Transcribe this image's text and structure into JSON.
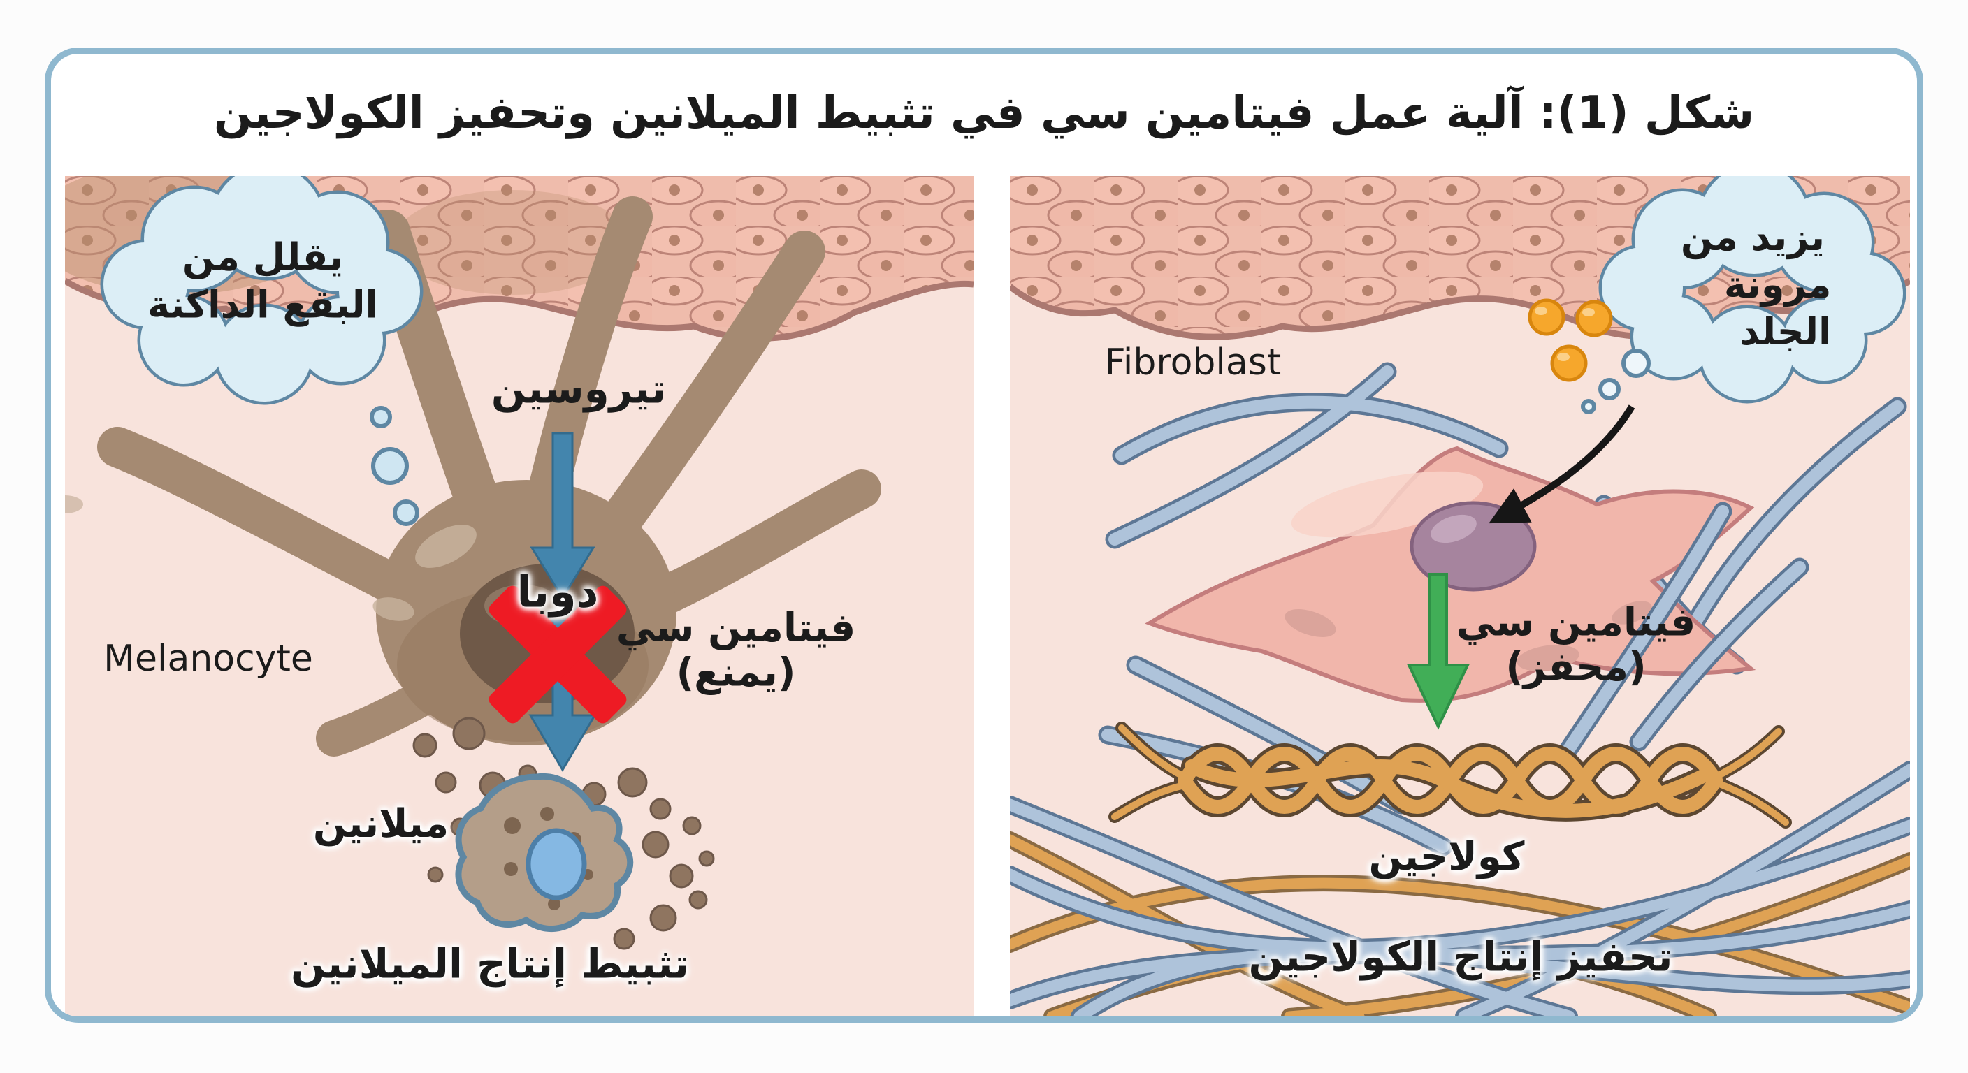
{
  "title": "شكل (1): آلية عمل فيتامين سي في تثبيط الميلانين وتحفيز الكولاجين",
  "left_panel": {
    "cloud_line1": "يقلل من",
    "cloud_line2": "البقع الداكنة",
    "substrate_label": "تيروسين",
    "intermediate_label": "دوبا",
    "vitamin_line1": "فيتامين سي",
    "vitamin_line2": "(يمنع)",
    "cell_label_en": "Melanocyte",
    "product_label": "ميلانين",
    "caption": "تثبيط إنتاج الميلانين"
  },
  "right_panel": {
    "cloud_line1": "يزيد من",
    "cloud_line2": "مرونة الجلد",
    "cell_label_en": "Fibroblast",
    "vitamin_line1": "فيتامين سي",
    "vitamin_line2": "(محفز)",
    "product_label": "كولاجين",
    "caption": "تحفيز إنتاج الكولاجين"
  },
  "colors": {
    "frame_border": "#8fb8cf",
    "panel_bg": "#f8e3dc",
    "cloud_fill": "#dceef6",
    "cloud_stroke": "#5e87a3",
    "arrow_blue": "#4385ad",
    "arrow_green": "#41ae57",
    "cross_red": "#ee1b24",
    "vitamin_orange": "#f6a72c",
    "melanocyte_brown": "#a58a72",
    "fibroblast_pink": "#f1b6ab",
    "fiber_blue": "#aec3da",
    "collagen_tan": "#dfa254"
  }
}
